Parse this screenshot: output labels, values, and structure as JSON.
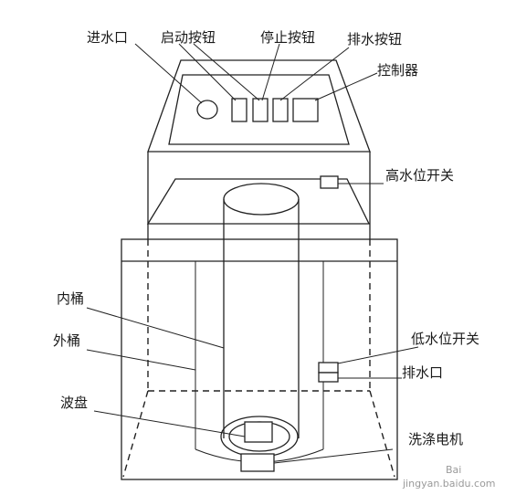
{
  "labels": {
    "inlet": "进水口",
    "start_button": "启动按钮",
    "stop_button": "停止按钮",
    "drain_button": "排水按钮",
    "controller": "控制器",
    "high_level_switch": "高水位开关",
    "inner_tub": "内桶",
    "outer_tub": "外桶",
    "low_level_switch": "低水位开关",
    "drain_outlet": "排水口",
    "impeller": "波盘",
    "wash_motor": "洗涤电机"
  },
  "watermark": {
    "text": "jingyan.baidu.com",
    "brand": "Bai"
  }
}
